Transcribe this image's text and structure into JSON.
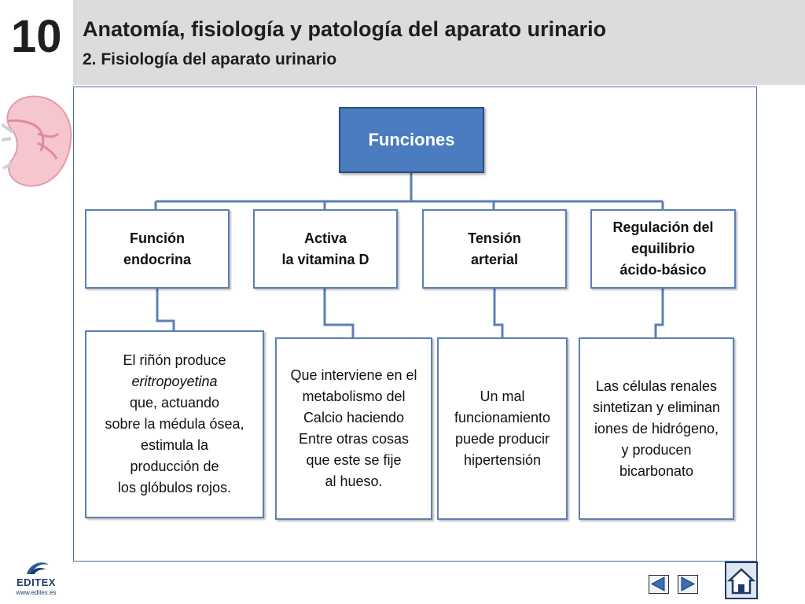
{
  "header": {
    "chapter_number": "10",
    "title": "Anatomía, fisiología y patología del aparato urinario",
    "subtitle": "2. Fisiología del aparato urinario"
  },
  "diagram": {
    "root": "Funciones",
    "functions": [
      {
        "label": "Función\nendocrina",
        "detail_lines": [
          {
            "t": "El riñón produce",
            "em": false
          },
          {
            "t": "eritropoyetina",
            "em": true
          },
          {
            "t": "que, actuando",
            "em": false
          },
          {
            "t": "sobre la médula ósea,",
            "em": false
          },
          {
            "t": "estimula la",
            "em": false
          },
          {
            "t": "producción de",
            "em": false
          },
          {
            "t": "los glóbulos rojos.",
            "em": false
          }
        ]
      },
      {
        "label": "Activa\nla vitamina D",
        "detail": "Que interviene en el\nmetabolismo del\nCalcio haciendo\nEntre otras cosas\nque  este se fije\nal hueso."
      },
      {
        "label": "Tensión\narterial",
        "detail": "Un mal\nfuncionamiento\npuede producir\nhipertensión"
      },
      {
        "label": "Regulación del\nequilibrio\nácido-básico",
        "detail": "Las células renales\nsintetizan y eliminan\niones de hidrógeno,\ny producen\nbicarbonato"
      }
    ]
  },
  "branding": {
    "logo_text": "EDITEX",
    "logo_url": "www.editex.es",
    "accent_color": "#4a7cbf",
    "box_border_color": "#5b80b5"
  },
  "navigation": {
    "prev_icon": "triangle-left-icon",
    "next_icon": "triangle-right-icon",
    "home_icon": "home-icon"
  }
}
